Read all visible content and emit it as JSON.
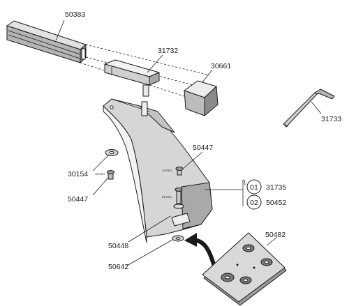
{
  "part_numbers": {
    "bar": "50383",
    "bar_insert": "31732",
    "end_cap": "30661",
    "allen_key": "31733",
    "washer": "30154",
    "bolt_12mm_label": "50447",
    "bolt_upper_label": "50447",
    "bolt_25mm": "50448",
    "lower_washer": "50642",
    "footpad": "50482",
    "foot_option_01": "31735",
    "foot_option_02": "50452"
  },
  "option_codes": {
    "first": "01",
    "second": "02"
  },
  "sizes": {
    "mm12_left": "12 mm",
    "mm12_foot": "12 mm",
    "mm25": "25 mm"
  }
}
